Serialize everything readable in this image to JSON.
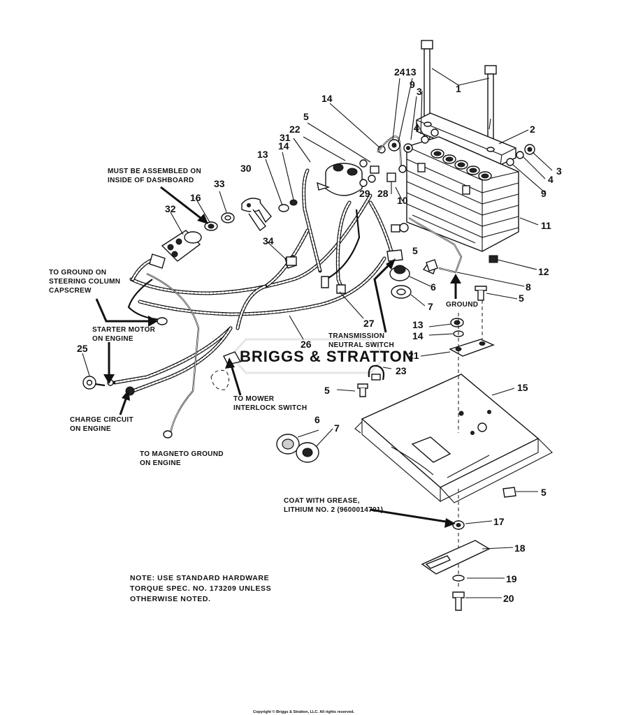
{
  "diagram": {
    "watermark": "BRIGGS & STRATTON",
    "copyright": "Copyright © Briggs & Stratton, LLC. All rights reserved.",
    "note": {
      "line1": "NOTE: USE STANDARD  HARDWARE",
      "line2": "TORQUE SPEC. NO. 173209 UNLESS",
      "line3": "OTHERWISE NOTED."
    },
    "annotations": {
      "dashboard_1": "MUST BE ASSEMBLED ON",
      "dashboard_2": "INSIDE OF DASHBOARD",
      "ground_steering_1": "TO GROUND ON",
      "ground_steering_2": "STEERING COLUMN",
      "ground_steering_3": "CAPSCREW",
      "starter_1": "STARTER MOTOR",
      "starter_2": "ON ENGINE",
      "charge_1": "CHARGE CIRCUIT",
      "charge_2": "ON ENGINE",
      "magneto_1": "TO MAGNETO GROUND",
      "magneto_2": "ON ENGINE",
      "mower_1": "TO MOWER",
      "mower_2": "INTERLOCK SWITCH",
      "transmission_1": "TRANSMISSION",
      "transmission_2": "NEUTRAL SWITCH",
      "ground": "GROUND",
      "grease_1": "COAT WITH GREASE,",
      "grease_2": "LITHIUM NO. 2 (9600014701)"
    },
    "callouts": {
      "c1": "1",
      "c2": "2",
      "c3a": "3",
      "c3b": "3",
      "c4a": "4",
      "c4b": "4",
      "c5a": "5",
      "c5b": "5",
      "c5c": "5",
      "c5d": "5",
      "c5e": "5",
      "c6a": "6",
      "c6b": "6",
      "c7a": "7",
      "c7b": "7",
      "c8": "8",
      "c9a": "9",
      "c9b": "9",
      "c10": "10",
      "c11": "11",
      "c12": "12",
      "c13a": "13",
      "c13b": "13",
      "c13c": "13",
      "c14a": "14",
      "c14b": "14",
      "c14c": "14",
      "c15": "15",
      "c16": "16",
      "c17": "17",
      "c18": "18",
      "c19": "19",
      "c20": "20",
      "c21": "21",
      "c22": "22",
      "c23": "23",
      "c24": "24",
      "c25": "25",
      "c26": "26",
      "c27": "27",
      "c28": "28",
      "c29": "29",
      "c30": "30",
      "c31": "31",
      "c32": "32",
      "c33": "33",
      "c34": "34"
    }
  }
}
